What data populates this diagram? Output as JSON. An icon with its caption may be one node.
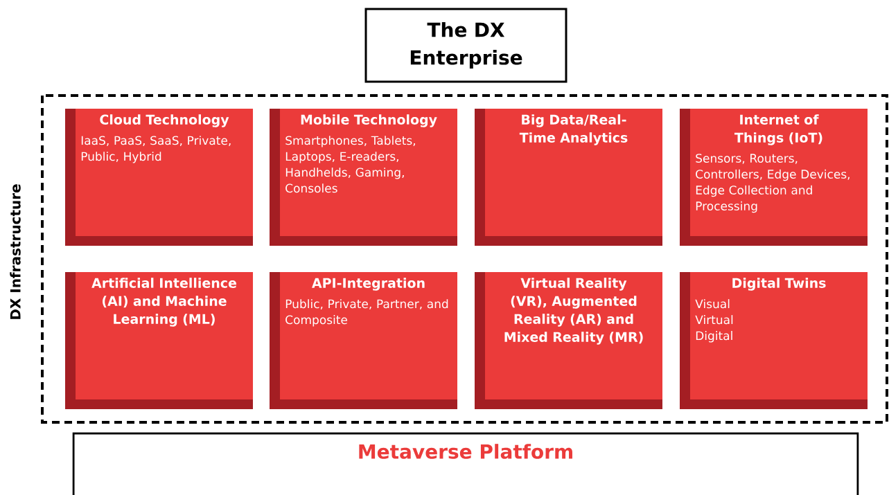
{
  "diagram": {
    "nodes": [
      {
        "text": [
          "The DX Enterprise"
        ]
      },
      {
        "text": [
          "DX Infrastructure"
        ]
      },
      {
        "text": [
          "Cloud Technology",
          "IaaS, PaaS, SaaS, Private, Public, Hybrid"
        ],
        "in": 1
      },
      {
        "text": [
          "Mobile Technology",
          "Smartphones, Tablets, Laptops, E-readers, Handhelds, Gaming, Consoles"
        ],
        "in": 1
      },
      {
        "text": [
          "Big Data/Real-Time Analytics"
        ],
        "in": 1
      },
      {
        "text": [
          "Internet of Things (IoT)",
          "Sensors, Routers, Controllers, Edge Devices, Edge Collection and Processing"
        ],
        "in": 1
      },
      {
        "text": [
          "Artificial Intellience (AI) and Machine Learning (ML)"
        ],
        "in": 1
      },
      {
        "text": [
          "API-Integration",
          "Public, Private, Partner, and Composite"
        ],
        "in": 1
      },
      {
        "text": [
          "Virtual Reality (VR), Augmented Reality (AR) and Mixed Reality (MR)"
        ],
        "in": 1
      },
      {
        "text": [
          "Digital Twins",
          "Visual Virtual Digital"
        ],
        "in": 1
      },
      {
        "text": [
          "Metaverse Platform"
        ]
      }
    ]
  }
}
